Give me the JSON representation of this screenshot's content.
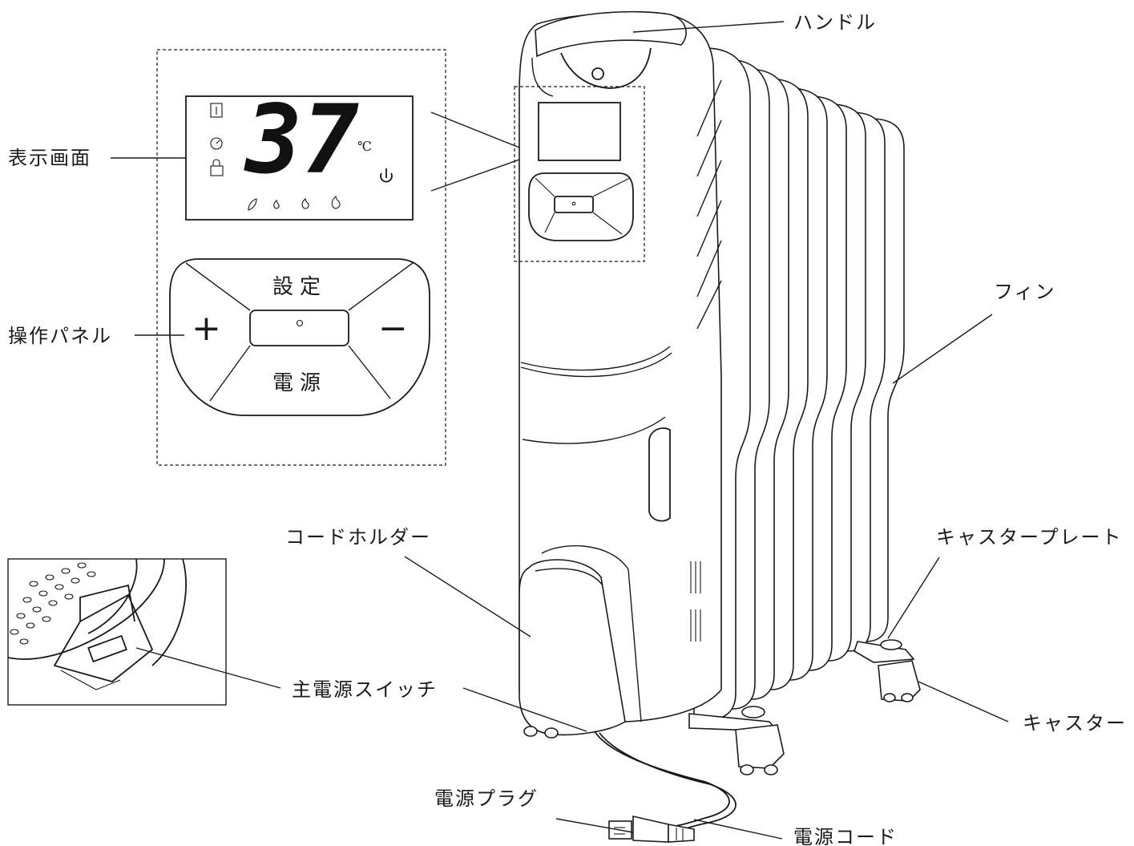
{
  "labels": {
    "handle": "ハンドル",
    "display": "表示画面",
    "panel": "操作パネル",
    "fin": "フィン",
    "cord_holder": "コードホルダー",
    "caster_plate": "キャスタープレート",
    "main_switch": "主電源スイッチ",
    "caster": "キャスター",
    "plug": "電源プラグ",
    "cord": "電源コード"
  },
  "display": {
    "temperature": "37",
    "unit": "℃"
  },
  "panel_buttons": {
    "setting": "設定",
    "power": "電源",
    "plus": "+",
    "minus": "−"
  }
}
